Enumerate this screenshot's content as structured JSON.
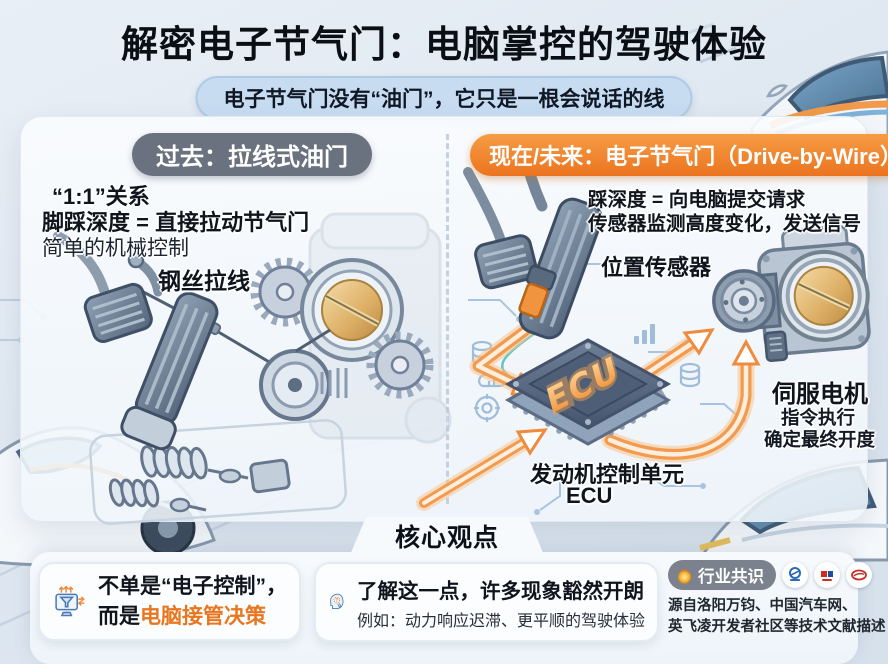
{
  "header": {
    "title": "解密电子节气门：电脑掌控的驾驶体验",
    "subtitle": "电子节气门没有“油门”，它只是一根会说话的线"
  },
  "past": {
    "badge": "过去：拉线式油门",
    "line1": "“1:1”关系",
    "line2": "脚踩深度 = 直接拉动节气门",
    "line3": "简单的机械控制",
    "cable_label": "钢丝拉线"
  },
  "future": {
    "badge": "现在/未来：电子节气门（Drive-by-Wire）",
    "line1": "踩深度 = 向电脑提交请求",
    "line2": "传感器监测高度变化，发送信号",
    "sensor_label": "位置传感器",
    "chip": "ECU",
    "servo_title": "伺服电机",
    "servo_line1": "指令执行",
    "servo_line2": "确定最终开度",
    "ecu_caption1": "发动机控制单元",
    "ecu_caption2": "ECU"
  },
  "core": {
    "title": "核心观点",
    "card1": {
      "line1": "不单是“电子控制”，",
      "line2_prefix": "而是",
      "line2_highlight": "电脑接管决策"
    },
    "card2": {
      "line1": "了解这一点，许多现象豁然开朗",
      "line2": "例如：动力响应迟滞、更平顺的驾驶体验"
    },
    "consensus": {
      "badge": "行业共识",
      "source1": "源自洛阳万钧、中国汽车网、",
      "source2": "英飞凌开发者社区等技术文献描述"
    }
  },
  "icons": {
    "medal": "gold-medal",
    "monitor_funnel": "computer-takeover",
    "head_question": "insight",
    "logos": [
      "luoyang-wanjun-logo",
      "china-auto-logo",
      "infineon-logo"
    ]
  },
  "colors": {
    "accent_orange": "#ec741f",
    "badge_gray": "#6a7280",
    "pill_blue": "#c7dcf1",
    "ecu_glow": "#f6a04a"
  }
}
